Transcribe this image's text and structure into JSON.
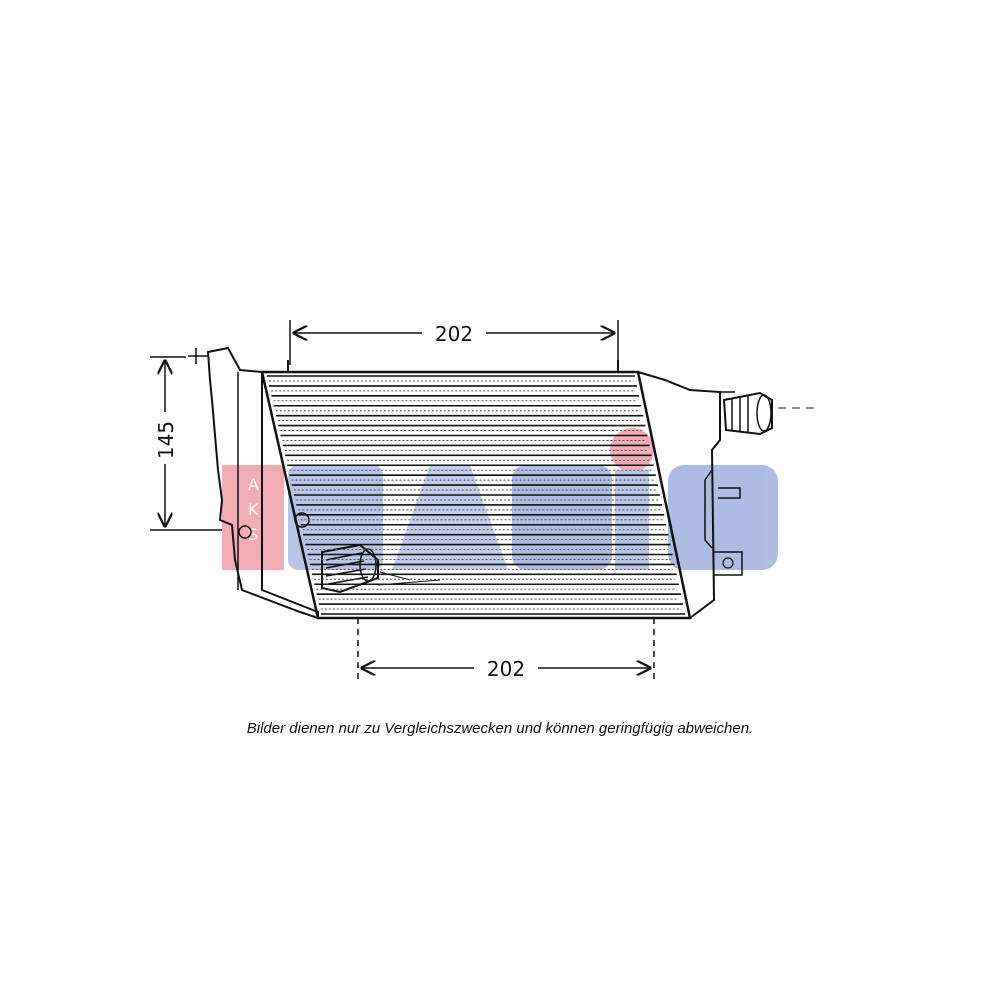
{
  "dimensions": {
    "top_width": "202",
    "bottom_width": "202",
    "height": "145"
  },
  "watermark": {
    "text": "DASIS",
    "side_text": "AKS",
    "color": "#e9697a",
    "secondary_color": "#3a55a8"
  },
  "caption": "Bilder dienen nur zu Vergleichszwecken und können geringfügig abweichen."
}
